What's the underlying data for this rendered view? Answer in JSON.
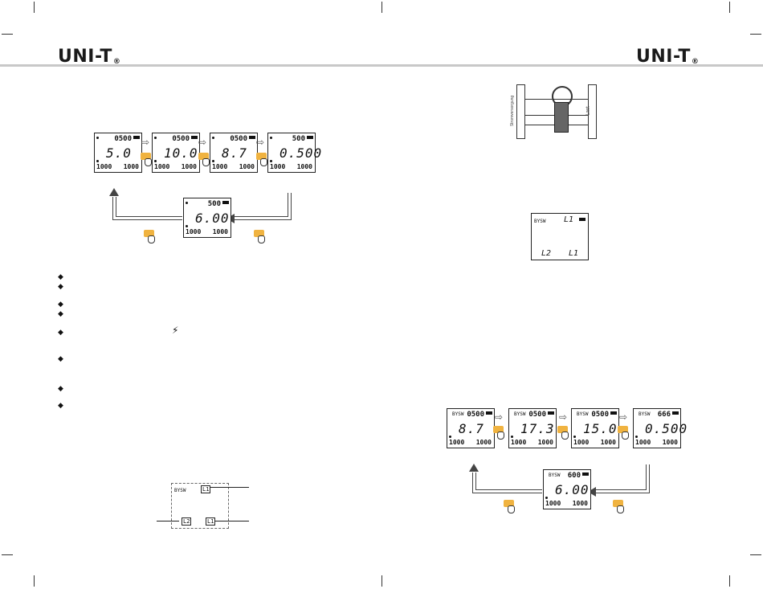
{
  "page": {
    "left_logo": "UNI-T",
    "right_logo": "UNI-T",
    "registered": "®"
  },
  "left_sequence": [
    {
      "top": "0500",
      "main": "5.0",
      "sub1": "1000",
      "sub2": "1000"
    },
    {
      "top": "0500",
      "main": "10.0",
      "sub1": "1000",
      "sub2": "1000"
    },
    {
      "top": "0500",
      "main": "8.7",
      "sub1": "1000",
      "sub2": "1000"
    },
    {
      "top": "500",
      "main": "0.500",
      "sub1": "1000",
      "sub2": "1000"
    }
  ],
  "left_center": {
    "top": "500",
    "main": "6.00",
    "sub1": "1000",
    "sub2": "1000"
  },
  "bullets": [
    "◆",
    "◆",
    "◆",
    "◆",
    "◆",
    "◆",
    "◆",
    "◆"
  ],
  "lightning": "⚡",
  "phase_display": {
    "tag": "BYSW",
    "l1": "L1",
    "l2": "L2",
    "l1b": "L1"
  },
  "clamp_labels": {
    "left": "Stromversorgung",
    "right": "Last"
  },
  "phase_small": {
    "tag": "BYSW",
    "a": "L1",
    "b": "L2",
    "c": "L1"
  },
  "right_sequence": [
    {
      "tag": "BYSW",
      "top": "0500",
      "main": "8.7",
      "sub1": "1000",
      "sub2": "1000"
    },
    {
      "tag": "BYSW",
      "top": "0500",
      "main": "17.3",
      "sub1": "1000",
      "sub2": "1000"
    },
    {
      "tag": "BYSW",
      "top": "0500",
      "main": "15.0",
      "sub1": "1000",
      "sub2": "1000"
    },
    {
      "tag": "BYSW",
      "top": "666",
      "main": "0.500",
      "sub1": "1000",
      "sub2": "1000"
    }
  ],
  "right_center": {
    "tag": "BYSW",
    "top": "600",
    "main": "6.00",
    "sub1": "1000",
    "sub2": "1000"
  },
  "arrow": "⇨"
}
